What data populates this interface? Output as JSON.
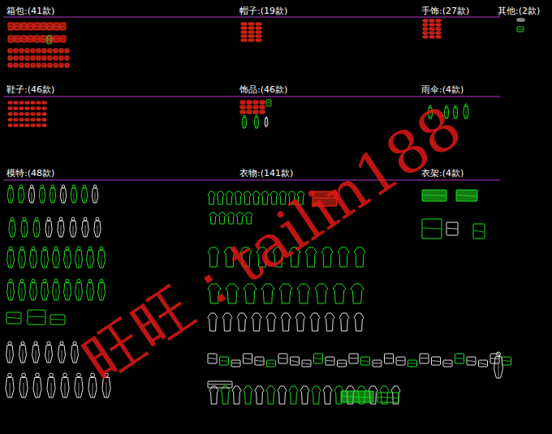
{
  "diagram": {
    "labels": [
      "箱包:(41款)",
      "帽子:(19款)",
      "手饰:(27款)",
      "其他:(2款)",
      "鞋子:(46款)",
      "饰品:(46款)",
      "雨伞:(4款)",
      "模特:(48款)",
      "衣物:(141款)",
      "衣架:(4款)",
      "旺旺：tailin188"
    ]
  }
}
